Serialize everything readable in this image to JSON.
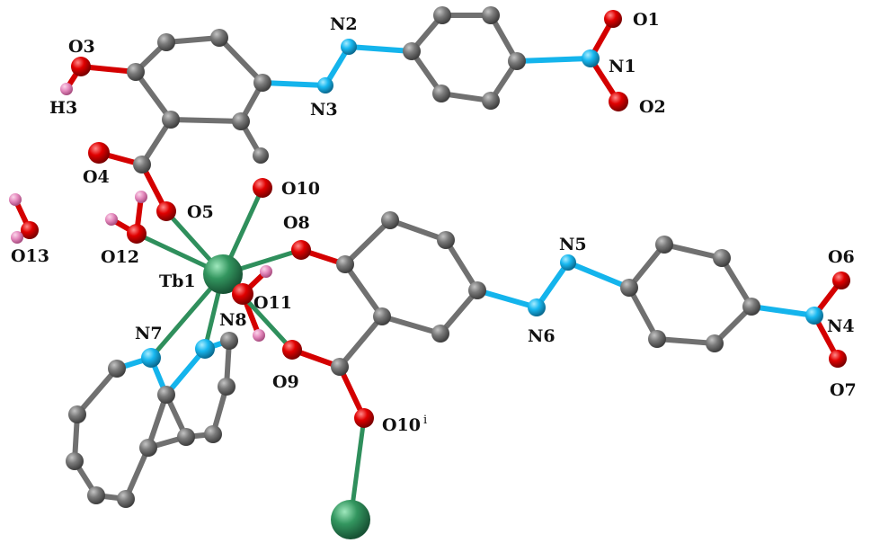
{
  "colors": {
    "carbon": "#6a6a6a",
    "carbon_highlight": "#b4b4b4",
    "oxygen": "#d40000",
    "oxygen_highlight": "#ff7a7a",
    "nitrogen": "#14b4ec",
    "nitrogen_highlight": "#8fe4ff",
    "hydrogen": "#e07fb8",
    "hydrogen_highlight": "#f7c7e2",
    "terbium": "#2f8f5c",
    "terbium_highlight": "#7fd6a4",
    "bond_carbon": "#707070",
    "bond_oxygen": "#d40000",
    "bond_nitrogen": "#14b4ec",
    "bond_metal": "#2f8f5c",
    "label": "#111111"
  },
  "labels": {
    "o1": "O1",
    "o2": "O2",
    "n1": "N1",
    "n2": "N2",
    "n3": "N3",
    "o3": "O3",
    "h3": "H3",
    "o4": "O4",
    "o5": "O5",
    "o10": "O10",
    "o8": "O8",
    "o12": "O12",
    "o13": "O13",
    "tb1": "Tb1",
    "o11": "O11",
    "n5": "N5",
    "o6": "O6",
    "n4": "N4",
    "n6": "N6",
    "o7": "O7",
    "n7": "N7",
    "n8": "N8",
    "o9": "O9",
    "o10i": "O10",
    "o10i_sup": "i"
  }
}
